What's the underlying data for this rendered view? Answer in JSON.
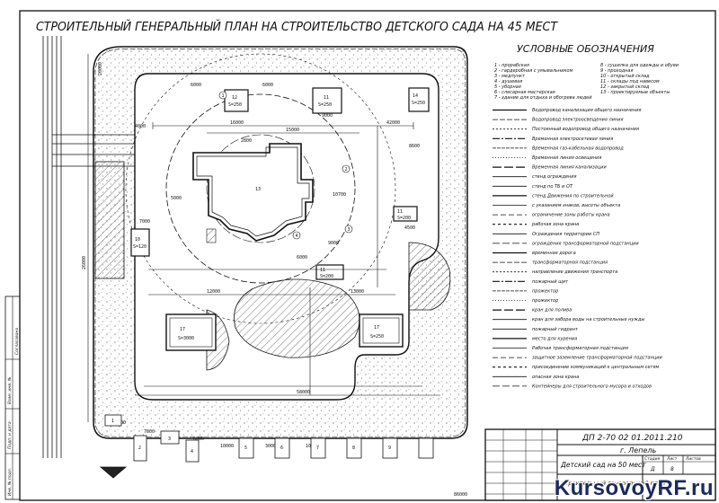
{
  "title": "СТРОИТЕЛЬНЫЙ ГЕНЕРАЛЬНЫЙ ПЛАН НА СТРОИТЕЛЬСТВО ДЕТСКОГО САДА НА 45 МЕСТ",
  "legend": {
    "heading": "УСЛОВНЫЕ ОБОЗНАЧЕНИЯ",
    "numbered_left": [
      "1 - прорабская",
      "2 - гардеробная с умывальником",
      "3 - медпункт",
      "4 - душевая",
      "5 - уборная",
      "6 - слесарная мастерская",
      "7 - здание для отдыха и обогрева людей"
    ],
    "numbered_right": [
      "8 - сушилка для одежды и обуви",
      "9 - проходная",
      "10 - открытый склад",
      "11 - склады под навесом",
      "12 - закрытый склад",
      "13 - проектируемые объекты"
    ],
    "symbols": [
      "Водопровод канализация общего назначения",
      "Водопровод электроосвещения линия",
      "Постоянный водопровод общего назначения",
      "Временная электросетевая линия",
      "Временная газ-кабельная водопровод",
      "Временная линия освещения",
      "Временная линия канализации",
      "стенд ограждения",
      "стенд по ТБ и ОТ",
      "стенд Движения по строительной",
      "с указанием знаков, высоты объекта",
      "ограничение зоны работы крана",
      "рабочая зона крана",
      "Ограждения территории СП",
      "ограждения трансформаторной подстанции",
      "временная дорога",
      "трансформаторная подстанция",
      "направление движения транспорта",
      "пожарный щит",
      "прожектор",
      "прожектор",
      "кран для полива",
      "кран для забора воды на строительные нужды",
      "пожарный гидрант",
      "место для курения",
      "Рабочая трансформаторная подстанция",
      "защитное заземление трансформаторной подстанции",
      "присоединение коммуникаций к центральным сетям",
      "опасная зона крана",
      "Контейнеры для строительного мусора и отходов"
    ]
  },
  "plan_labels": {
    "main_building": "13",
    "buildings": [
      {
        "num": "12",
        "area": "S=250"
      },
      {
        "num": "11",
        "area": "S=250"
      },
      {
        "num": "10",
        "area": "S=120"
      },
      {
        "num": "17",
        "area": "S=3000"
      },
      {
        "num": "17",
        "area": "S=250"
      },
      {
        "num": "11",
        "area": "S=200"
      },
      {
        "num": "11",
        "area": "S=200"
      },
      {
        "num": "14",
        "area": "S=250"
      }
    ],
    "dimensions": [
      "20000",
      "6000",
      "6000",
      "16000",
      "15000",
      "4000",
      "2800",
      "42000",
      "9000",
      "8600",
      "5000",
      "7000",
      "10700",
      "9000",
      "12000",
      "6000",
      "13000",
      "4500",
      "2000",
      "7000",
      "6000",
      "10000",
      "3000",
      "10000",
      "3000",
      "5000",
      "58000",
      "86000",
      "26000"
    ],
    "circles": [
      "1",
      "2",
      "3",
      "4"
    ],
    "facilities_bottom": [
      "1",
      "2",
      "3",
      "4",
      "5",
      "6",
      "7",
      "8",
      "9"
    ]
  },
  "stamp": {
    "code": "ДП 2-70 02 01.2011.210",
    "city": "г. Лепель",
    "object": "Детский сад на 50 мест",
    "sheet_title": "Строительный генеральный план",
    "headers": [
      "Стадия",
      "Лист",
      "Листов"
    ],
    "stage": "Д",
    "sheet": "8"
  },
  "side_labels": [
    "Инв. № подл.",
    "Подп. и дата",
    "Взам. инв. №",
    "Согласовано"
  ],
  "watermark": "KursovoyRF.ru"
}
